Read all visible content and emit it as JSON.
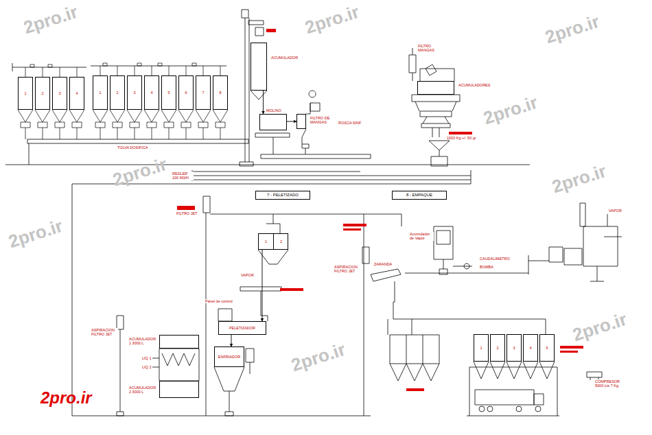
{
  "diagram": {
    "nodes": [
      {
        "text": [
          "1"
        ]
      },
      {
        "text": [
          "2"
        ]
      },
      {
        "text": [
          "3"
        ]
      },
      {
        "text": [
          "4"
        ]
      },
      {
        "text": [
          "1"
        ]
      },
      {
        "text": [
          "2"
        ]
      },
      {
        "text": [
          "3"
        ]
      },
      {
        "text": [
          "4"
        ]
      },
      {
        "text": [
          "5"
        ]
      },
      {
        "text": [
          "6"
        ]
      },
      {
        "text": [
          "7"
        ]
      },
      {
        "text": [
          "8"
        ]
      },
      {
        "text": [
          "ACUMULADOR"
        ]
      },
      {
        "text": [
          "MOLINO"
        ]
      },
      {
        "text": [
          "FILTRO DE MANGAS"
        ]
      },
      {
        "text": [
          "ACUMULADORES"
        ]
      },
      {
        "text": [
          "7 - PELETIZADO"
        ]
      },
      {
        "text": [
          "8 - EMPAQUE"
        ]
      },
      {
        "text": [
          "1",
          "2"
        ]
      },
      {
        "text": [
          "PELETIZADOR"
        ]
      },
      {
        "text": [
          "ENFRIADOR"
        ]
      },
      {
        "text": [
          "ACUMULADOR 1 3000 L"
        ]
      },
      {
        "text": [
          "ACUMULADOR 2 3000 L"
        ]
      },
      {
        "text": [
          "1"
        ]
      },
      {
        "text": [
          "2"
        ]
      },
      {
        "text": [
          "3"
        ]
      },
      {
        "text": [
          "4"
        ]
      },
      {
        "text": [
          "5"
        ]
      }
    ],
    "edges": [
      {
        "from": 12,
        "to": 13,
        "arrow": "to"
      },
      {
        "from": 13,
        "to": 14,
        "arrow": "to"
      },
      {
        "from": 18,
        "to": 19,
        "arrow": "to"
      },
      {
        "from": 19,
        "to": 20,
        "arrow": "to"
      }
    ],
    "labels": [
      "TOLVA DOSIFICA",
      "REDLER 100 M3/H",
      "ROSCA SINF",
      "FILTRO MANGAS",
      "1000 Kg +/- 50 gr",
      "FILTRO JET",
      "VAPOR",
      "Panel de control",
      "ASPIRACION FILTRO JET",
      "LIQ 1",
      "LIQ 2",
      "ASPIRACION FILTRO JET",
      "ZARANDA",
      "Acumulador de Vapor",
      "CAUDALIMETRO",
      "BOMBA",
      "VAPOR",
      "COMPRESOR 5000 Lts 7 Kg",
      "2pro.ir",
      "2pro.ir",
      "2pro.ir",
      "2pro.ir",
      "2pro.ir",
      "2pro.ir",
      "2pro.ir",
      "2pro.ir",
      "2pro.ir",
      "2pro.ir"
    ]
  }
}
